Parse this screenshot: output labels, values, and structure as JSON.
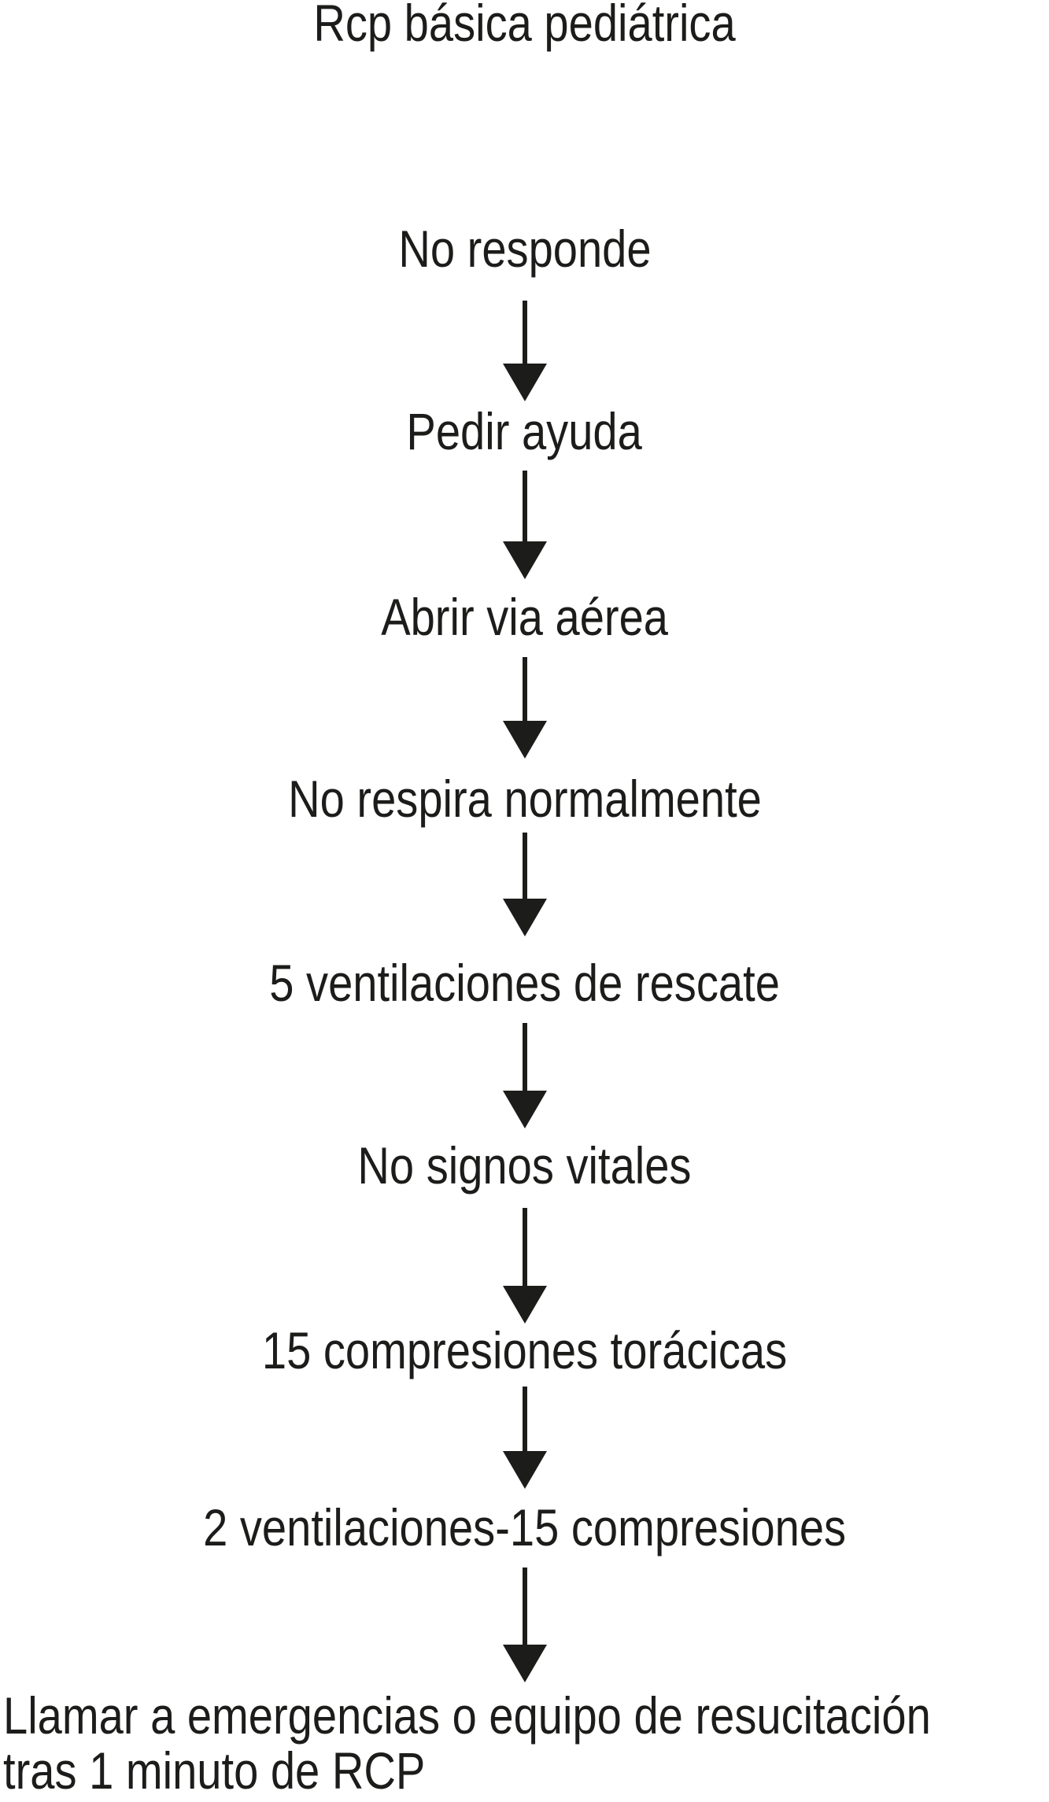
{
  "colors": {
    "ink": "#1c1c1a",
    "background": "#ffffff"
  },
  "title": "Rcp básica pediátrica",
  "flowchart": {
    "connector": "down-arrow",
    "steps": [
      {
        "label": "No responde"
      },
      {
        "label": "Pedir ayuda"
      },
      {
        "label": "Abrir via aérea"
      },
      {
        "label": "No respira normalmente"
      },
      {
        "label": "5 ventilaciones de rescate"
      },
      {
        "label": "No signos vitales"
      },
      {
        "label": "15 compresiones torácicas"
      },
      {
        "label": "2 ventilaciones-15 compresiones"
      }
    ],
    "final_step": {
      "line1": "Llamar a emergencias o equipo de resucitación",
      "line2": "tras 1 minuto de RCP"
    }
  }
}
